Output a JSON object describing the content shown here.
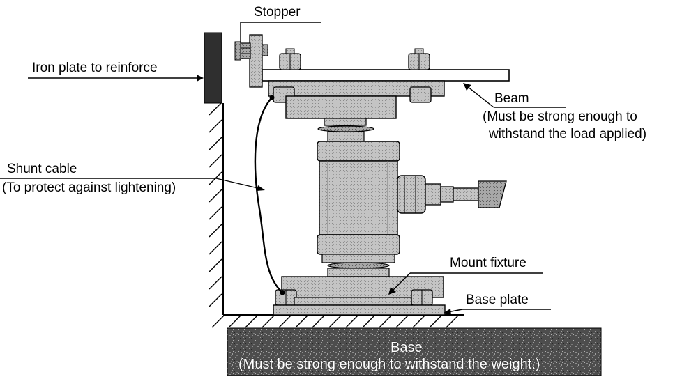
{
  "labels": {
    "stopper": "Stopper",
    "iron_plate": "Iron plate to reinforce",
    "beam": "Beam",
    "beam_note": "(Must be strong enough to",
    "beam_note2": "withstand the load applied)",
    "shunt_cable": "Shunt cable",
    "shunt_note": "(To protect against lightening)",
    "mount_fixture": "Mount fixture",
    "base_plate": "Base plate",
    "base": "Base",
    "base_note": "(Must be strong enough to withstand the weight.)"
  },
  "colors": {
    "line": "#000000",
    "metal": "#bdbdbd",
    "metal_dark": "#8c8c8c",
    "iron_plate": "#2f2f2f",
    "base_block": "#4a4a4a"
  }
}
